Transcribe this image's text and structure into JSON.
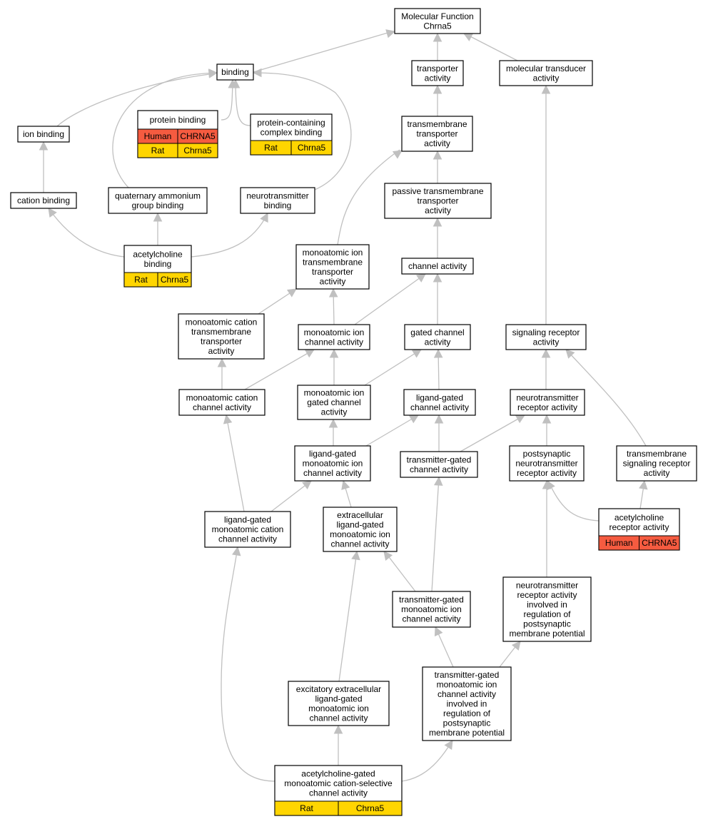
{
  "title_lines": [
    "Molecular Function",
    "Chrna5"
  ],
  "colors": {
    "human": "#F55B40",
    "rat": "#FFD500",
    "node_fill": "#ffffff",
    "node_border": "#000000",
    "edge": "#c0c0c0"
  },
  "nodes": {
    "mf": {
      "lines": [
        "Molecular Function",
        "Chrna5"
      ]
    },
    "binding": {
      "lines": [
        "binding"
      ]
    },
    "transporter_activity": {
      "lines": [
        "transporter",
        "activity"
      ]
    },
    "molecular_transducer": {
      "lines": [
        "molecular transducer",
        "activity"
      ]
    },
    "ion_binding": {
      "lines": [
        "ion binding"
      ]
    },
    "protein_binding": {
      "lines": [
        "protein binding"
      ],
      "rows": [
        [
          "Human",
          "CHRNA5"
        ],
        [
          "Rat",
          "Chrna5"
        ]
      ]
    },
    "protein_containing_complex": {
      "lines": [
        "protein-containing",
        "complex binding"
      ],
      "rows": [
        [
          "Rat",
          "Chrna5"
        ]
      ]
    },
    "transmembrane_transporter": {
      "lines": [
        "transmembrane",
        "transporter",
        "activity"
      ]
    },
    "cation_binding": {
      "lines": [
        "cation binding"
      ]
    },
    "quaternary_ammonium": {
      "lines": [
        "quaternary ammonium",
        "group binding"
      ]
    },
    "neurotransmitter_binding": {
      "lines": [
        "neurotransmitter",
        "binding"
      ]
    },
    "passive_transmembrane": {
      "lines": [
        "passive transmembrane",
        "transporter",
        "activity"
      ]
    },
    "acetylcholine_binding": {
      "lines": [
        "acetylcholine",
        "binding"
      ],
      "rows": [
        [
          "Rat",
          "Chrna5"
        ]
      ]
    },
    "monoatomic_ion_transmembrane": {
      "lines": [
        "monoatomic ion",
        "transmembrane",
        "transporter",
        "activity"
      ]
    },
    "channel_activity": {
      "lines": [
        "channel activity"
      ]
    },
    "monoatomic_cation_transmembrane": {
      "lines": [
        "monoatomic cation",
        "transmembrane",
        "transporter",
        "activity"
      ]
    },
    "monoatomic_ion_channel": {
      "lines": [
        "monoatomic ion",
        "channel activity"
      ]
    },
    "gated_channel": {
      "lines": [
        "gated channel",
        "activity"
      ]
    },
    "signaling_receptor": {
      "lines": [
        "signaling receptor",
        "activity"
      ]
    },
    "monoatomic_cation_channel": {
      "lines": [
        "monoatomic cation",
        "channel activity"
      ]
    },
    "monoatomic_ion_gated": {
      "lines": [
        "monoatomic ion",
        "gated channel",
        "activity"
      ]
    },
    "ligand_gated_channel": {
      "lines": [
        "ligand-gated",
        "channel activity"
      ]
    },
    "neurotransmitter_receptor": {
      "lines": [
        "neurotransmitter",
        "receptor activity"
      ]
    },
    "ligand_gated_monoatomic_ion": {
      "lines": [
        "ligand-gated",
        "monoatomic ion",
        "channel activity"
      ]
    },
    "transmitter_gated_channel": {
      "lines": [
        "transmitter-gated",
        "channel activity"
      ]
    },
    "postsynaptic_neurotransmitter": {
      "lines": [
        "postsynaptic",
        "neurotransmitter",
        "receptor activity"
      ]
    },
    "transmembrane_signaling": {
      "lines": [
        "transmembrane",
        "signaling receptor",
        "activity"
      ]
    },
    "ligand_gated_cation": {
      "lines": [
        "ligand-gated",
        "monoatomic cation",
        "channel activity"
      ]
    },
    "extracellular_ligand_gated": {
      "lines": [
        "extracellular",
        "ligand-gated",
        "monoatomic ion",
        "channel activity"
      ]
    },
    "acetylcholine_receptor": {
      "lines": [
        "acetylcholine",
        "receptor activity"
      ],
      "rows": [
        [
          "Human",
          "CHRNA5"
        ]
      ]
    },
    "transmitter_gated_monoatomic": {
      "lines": [
        "transmitter-gated",
        "monoatomic ion",
        "channel activity"
      ]
    },
    "nt_receptor_postsynaptic_potential": {
      "lines": [
        "neurotransmitter",
        "receptor activity",
        "involved in",
        "regulation of",
        "postsynaptic",
        "membrane potential"
      ]
    },
    "excitatory_extracellular": {
      "lines": [
        "excitatory extracellular",
        "ligand-gated",
        "monoatomic ion",
        "channel activity"
      ]
    },
    "transmitter_gated_postsynaptic_potential": {
      "lines": [
        "transmitter-gated",
        "monoatomic ion",
        "channel activity",
        "involved in",
        "regulation of",
        "postsynaptic",
        "membrane potential"
      ]
    },
    "acetylcholine_gated": {
      "lines": [
        "acetylcholine-gated",
        "monoatomic cation-selective",
        "channel activity"
      ],
      "rows": [
        [
          "Rat",
          "Chrna5"
        ]
      ]
    }
  }
}
